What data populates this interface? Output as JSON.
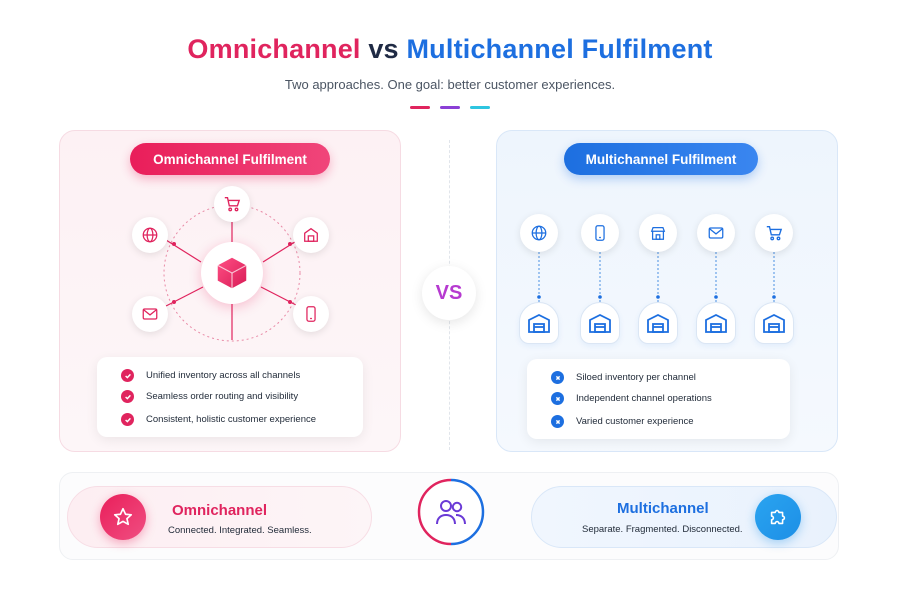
{
  "header": {
    "title_omni": "Omnichannel",
    "title_vs": "vs",
    "title_multi": "Multichannel Fulfilment",
    "subtitle": "Two approaches. One goal: better customer experiences."
  },
  "colors": {
    "omni": "#e0245e",
    "multi": "#1d6fe0",
    "accent_purple": "#8b3fd6",
    "accent_cyan": "#2ec5e0",
    "vs": "#b63ad0"
  },
  "omni_panel": {
    "pill": "Omnichannel Fulfilment",
    "hub_icon": "cube-icon",
    "nodes": [
      "cart-icon",
      "globe-icon",
      "store-icon",
      "mail-icon",
      "phone-icon"
    ],
    "features": [
      "Unified inventory across all channels",
      "Seamless order routing and visibility",
      "Consistent, holistic customer experience"
    ]
  },
  "multi_panel": {
    "pill": "Multichannel Fulfilment",
    "channels": [
      "globe-icon",
      "phone-icon",
      "store-icon",
      "mail-icon",
      "cart-icon"
    ],
    "features": [
      "Siloed inventory per channel",
      "Independent channel operations",
      "Varied customer experience"
    ]
  },
  "vs_label": "VS",
  "bottom": {
    "omni_title": "Omnichannel",
    "omni_sub": "Connected. Integrated. Seamless.",
    "multi_title": "Multichannel",
    "multi_sub": "Separate. Fragmented. Disconnected.",
    "center_icon": "users-icon",
    "omni_icon": "star-icon",
    "multi_icon": "puzzle-icon"
  }
}
